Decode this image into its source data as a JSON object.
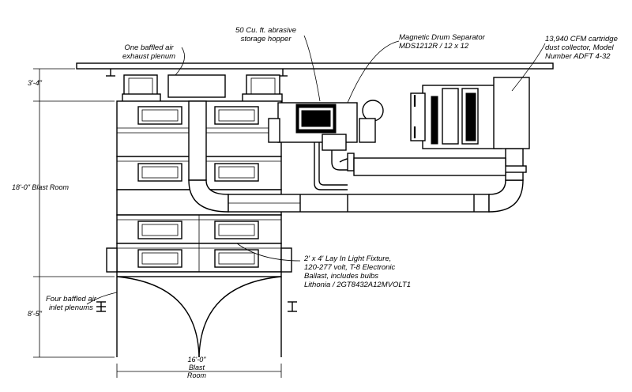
{
  "labels": {
    "exhaust_plenum": "One baffled air\nexhaust plenum",
    "hopper": "50 Cu. ft. abrasive\nstorage hopper",
    "separator": "Magnetic Drum Separator\nMDS1212R / 12 x 12",
    "dust_collector": "13,940 CFM cartridge\ndust collector, Model\nNumber ADFT 4-32",
    "light_fixture": "2' x 4' Lay In Light Fixture,\n120-277 volt, T-8 Electronic\nBallast, includes bulbs\nLithonia / 2GT8432A12MVOLT1",
    "inlet_plenums": "Four baffled air\ninlet plenums"
  },
  "dimensions": {
    "top": "3'-4\"",
    "blast_room_length": "18'-0\" Blast Room",
    "door": "8'-5\"",
    "width": "16'-0\"\nBlast\nRoom"
  }
}
